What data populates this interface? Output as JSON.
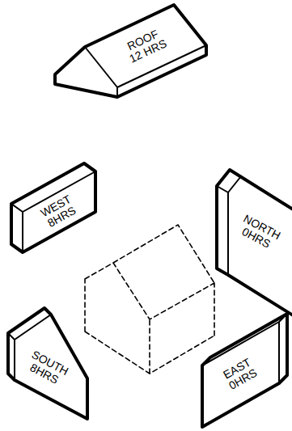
{
  "diagram": {
    "nodes": [
      {
        "text": [
          "ROOF 12 HRS"
        ]
      },
      {
        "text": [
          "WEST 8HRS"
        ]
      },
      {
        "text": [
          "NORTH 0HRS"
        ]
      },
      {
        "text": [
          "SOUTH 8HRS"
        ]
      },
      {
        "text": [
          "EAST 0HRS"
        ]
      }
    ]
  }
}
